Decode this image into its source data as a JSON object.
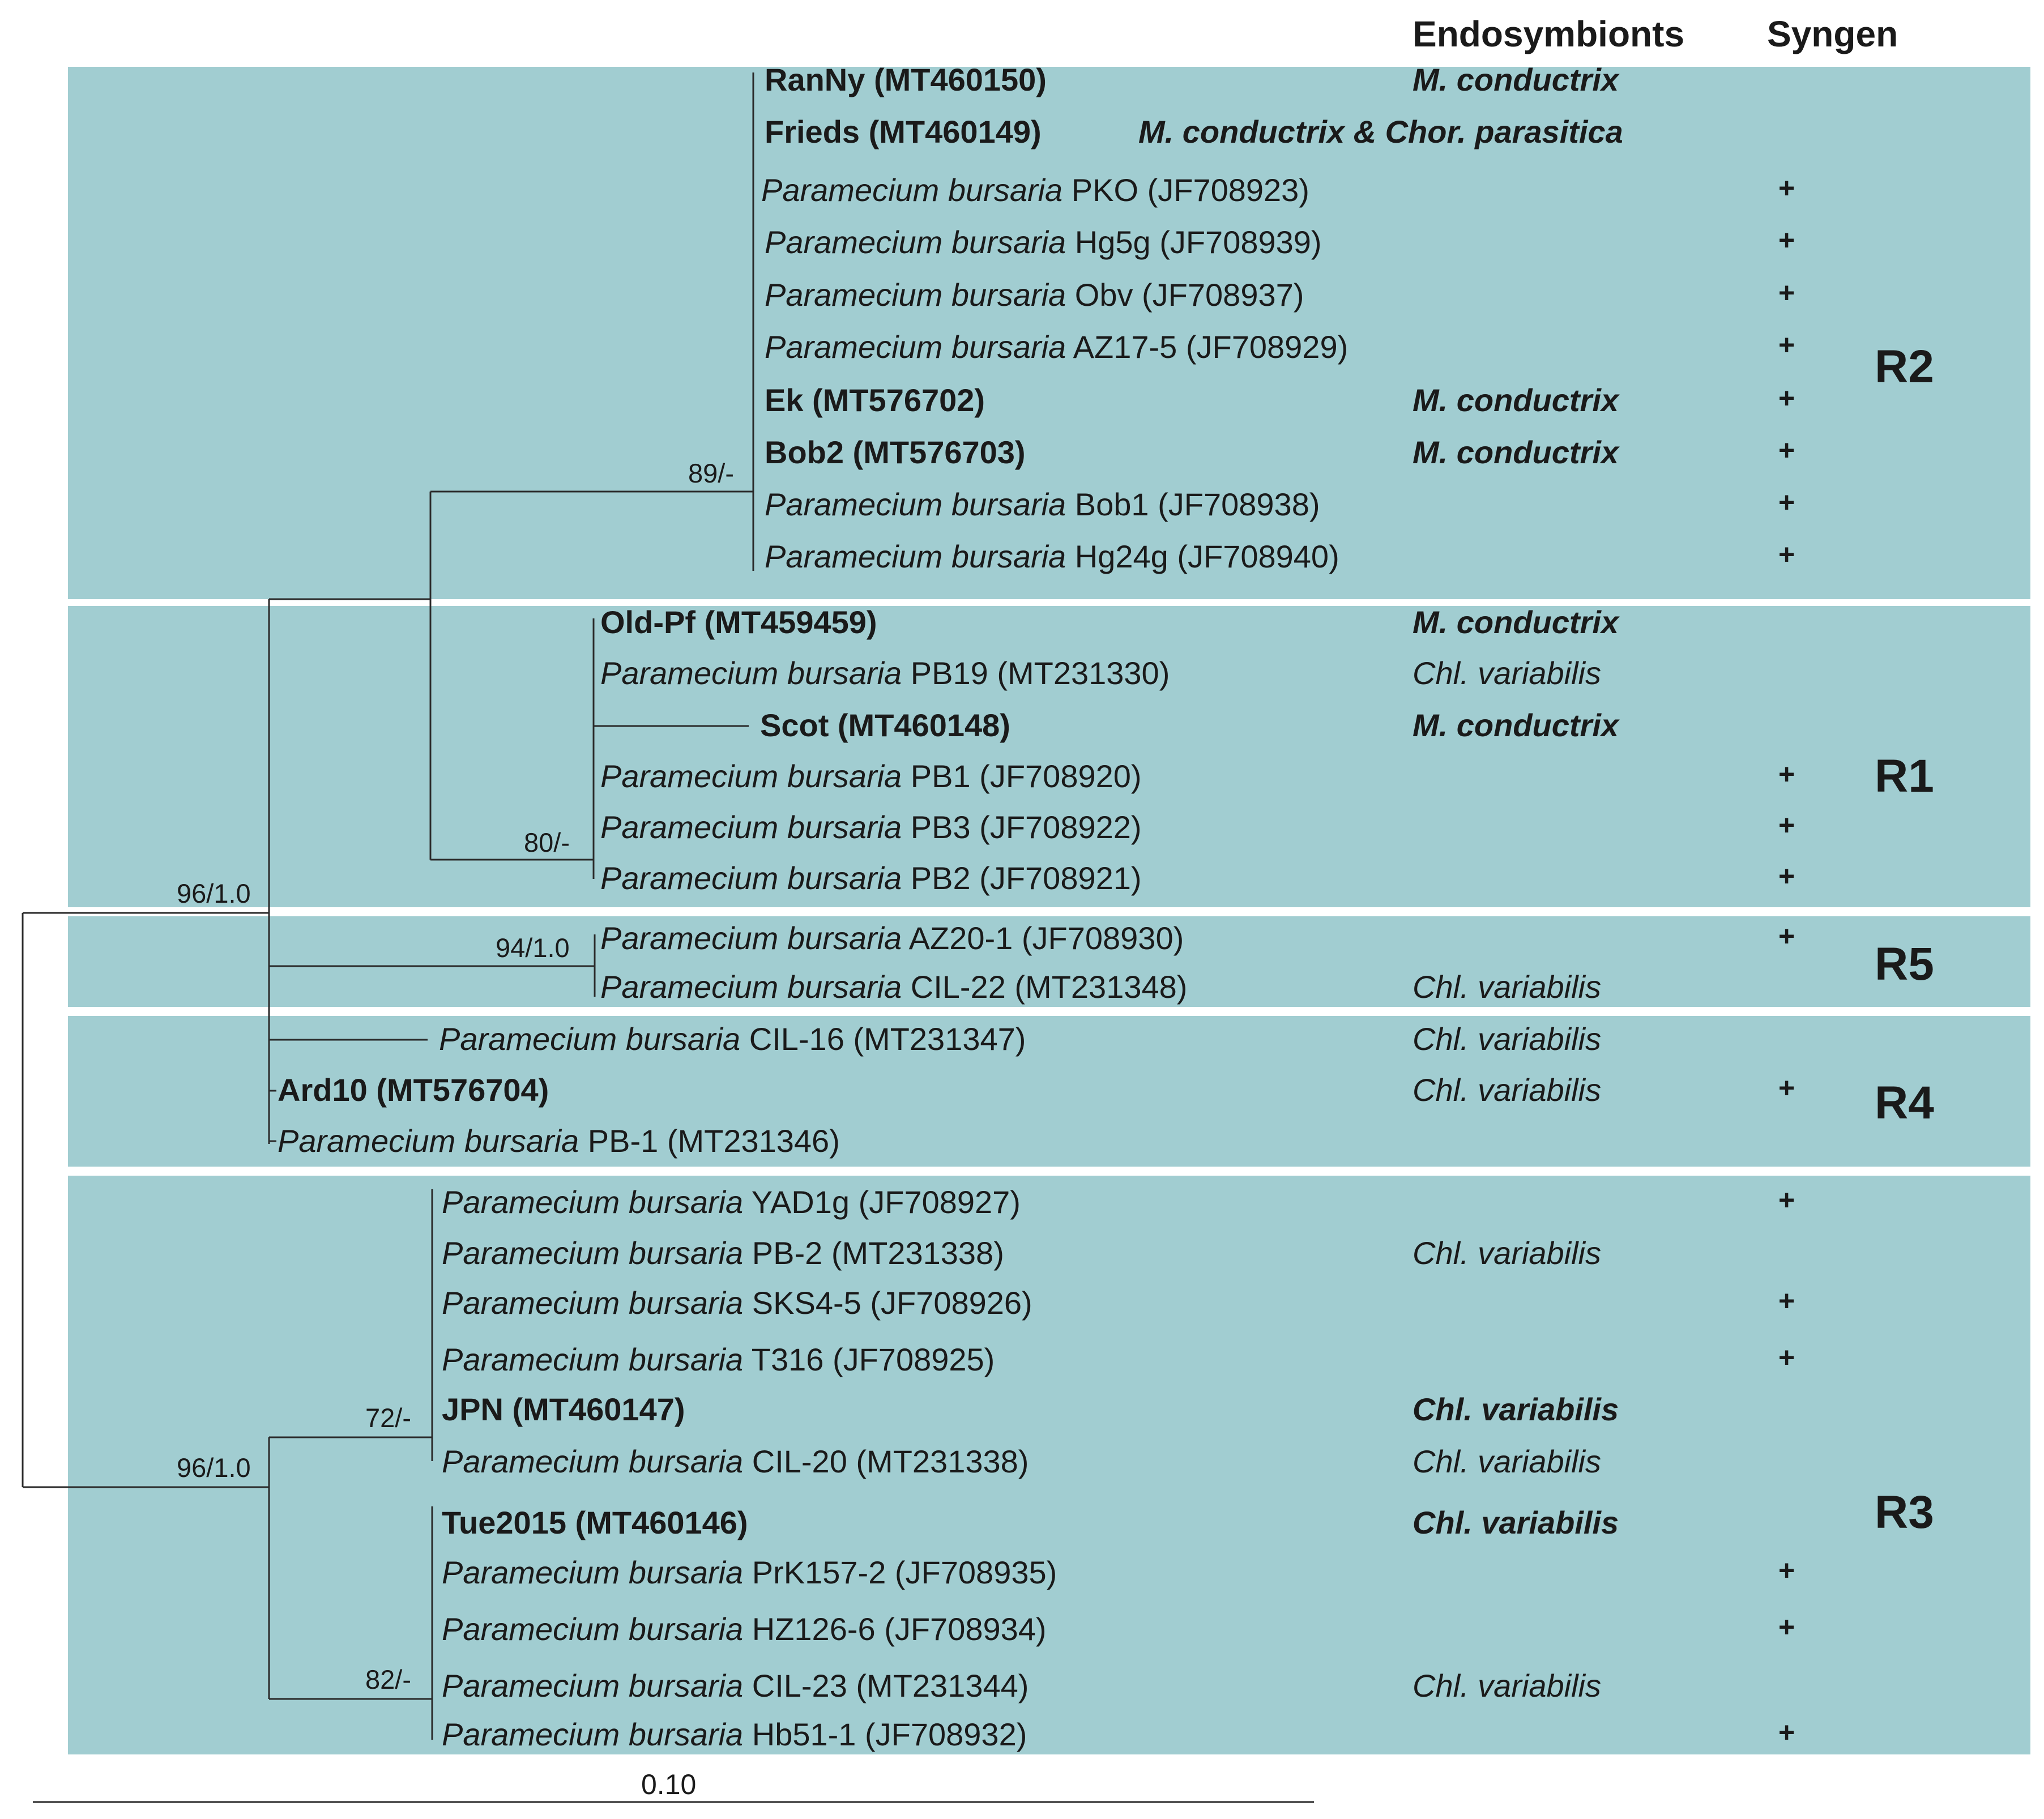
{
  "headers": {
    "endosymbionts": "Endosymbionts",
    "syngen": "Syngen"
  },
  "groups": [
    {
      "id": "r2",
      "label": "R2"
    },
    {
      "id": "r1",
      "label": "R1"
    },
    {
      "id": "r5",
      "label": "R5"
    },
    {
      "id": "r4",
      "label": "R4"
    },
    {
      "id": "r3",
      "label": "R3"
    }
  ],
  "taxa": [
    {
      "id": "ranny",
      "species": "",
      "strain": "RanNy (MT460150)",
      "bold": true,
      "endosymbiont": "M. conductrix",
      "endo_bold": true,
      "syngen": ""
    },
    {
      "id": "frieds",
      "species": "",
      "strain": "Frieds (MT460149)",
      "bold": true,
      "endosymbiont": "M. conductrix & Chor. parasitica",
      "endo_bold": true,
      "syngen": ""
    },
    {
      "id": "pko",
      "species": "Paramecium bursaria",
      "strain": "PKO (JF708923)",
      "bold": false,
      "endosymbiont": "",
      "endo_bold": false,
      "syngen": "+"
    },
    {
      "id": "hg5g",
      "species": "Paramecium bursaria",
      "strain": "Hg5g (JF708939)",
      "bold": false,
      "endosymbiont": "",
      "endo_bold": false,
      "syngen": "+"
    },
    {
      "id": "obv",
      "species": "Paramecium bursaria",
      "strain": "Obv (JF708937)",
      "bold": false,
      "endosymbiont": "",
      "endo_bold": false,
      "syngen": "+"
    },
    {
      "id": "az175",
      "species": "Paramecium bursaria",
      "strain": "AZ17-5 (JF708929)",
      "bold": false,
      "endosymbiont": "",
      "endo_bold": false,
      "syngen": "+"
    },
    {
      "id": "ek",
      "species": "",
      "strain": "Ek (MT576702)",
      "bold": true,
      "endosymbiont": "M. conductrix",
      "endo_bold": true,
      "syngen": "+"
    },
    {
      "id": "bob2",
      "species": "",
      "strain": "Bob2 (MT576703)",
      "bold": true,
      "endosymbiont": "M. conductrix",
      "endo_bold": true,
      "syngen": "+"
    },
    {
      "id": "bob1",
      "species": "Paramecium bursaria",
      "strain": "Bob1 (JF708938)",
      "bold": false,
      "endosymbiont": "",
      "endo_bold": false,
      "syngen": "+"
    },
    {
      "id": "hg24g",
      "species": "Paramecium bursaria",
      "strain": "Hg24g (JF708940)",
      "bold": false,
      "endosymbiont": "",
      "endo_bold": false,
      "syngen": "+"
    },
    {
      "id": "oldpf",
      "species": "",
      "strain": "Old-Pf (MT459459)",
      "bold": true,
      "endosymbiont": "M. conductrix",
      "endo_bold": true,
      "syngen": ""
    },
    {
      "id": "pb19",
      "species": "Paramecium bursaria",
      "strain": "PB19 (MT231330)",
      "bold": false,
      "endosymbiont": "Chl. variabilis",
      "endo_bold": false,
      "syngen": ""
    },
    {
      "id": "scot",
      "species": "",
      "strain": "Scot (MT460148)",
      "bold": true,
      "endosymbiont": "M. conductrix",
      "endo_bold": true,
      "syngen": ""
    },
    {
      "id": "pb1",
      "species": "Paramecium bursaria",
      "strain": "PB1 (JF708920)",
      "bold": false,
      "endosymbiont": "",
      "endo_bold": false,
      "syngen": "+"
    },
    {
      "id": "pb3",
      "species": "Paramecium bursaria",
      "strain": "PB3 (JF708922)",
      "bold": false,
      "endosymbiont": "",
      "endo_bold": false,
      "syngen": "+"
    },
    {
      "id": "pb2",
      "species": "Paramecium bursaria",
      "strain": "PB2 (JF708921)",
      "bold": false,
      "endosymbiont": "",
      "endo_bold": false,
      "syngen": "+"
    },
    {
      "id": "az201",
      "species": "Paramecium bursaria",
      "strain": "AZ20-1 (JF708930)",
      "bold": false,
      "endosymbiont": "",
      "endo_bold": false,
      "syngen": "+"
    },
    {
      "id": "cil22",
      "species": "Paramecium bursaria",
      "strain": "CIL-22 (MT231348)",
      "bold": false,
      "endosymbiont": "Chl. variabilis",
      "endo_bold": false,
      "syngen": ""
    },
    {
      "id": "cil16",
      "species": "Paramecium bursaria",
      "strain": "CIL-16 (MT231347)",
      "bold": false,
      "endosymbiont": "Chl. variabilis",
      "endo_bold": false,
      "syngen": ""
    },
    {
      "id": "ard10",
      "species": "",
      "strain": "Ard10 (MT576704)",
      "bold": true,
      "endosymbiont": "Chl. variabilis",
      "endo_bold": false,
      "syngen": "+"
    },
    {
      "id": "pbdash1",
      "species": "Paramecium bursaria",
      "strain": "PB-1 (MT231346)",
      "bold": false,
      "endosymbiont": "",
      "endo_bold": false,
      "syngen": ""
    },
    {
      "id": "yad1g",
      "species": "Paramecium bursaria",
      "strain": "YAD1g (JF708927)",
      "bold": false,
      "endosymbiont": "",
      "endo_bold": false,
      "syngen": "+"
    },
    {
      "id": "pbdash2",
      "species": "Paramecium bursaria",
      "strain": "PB-2 (MT231338)",
      "bold": false,
      "endosymbiont": "Chl. variabilis",
      "endo_bold": false,
      "syngen": ""
    },
    {
      "id": "sks45",
      "species": "Paramecium bursaria",
      "strain": "SKS4-5 (JF708926)",
      "bold": false,
      "endosymbiont": "",
      "endo_bold": false,
      "syngen": "+"
    },
    {
      "id": "t316",
      "species": "Paramecium bursaria",
      "strain": "T316 (JF708925)",
      "bold": false,
      "endosymbiont": "",
      "endo_bold": false,
      "syngen": "+"
    },
    {
      "id": "jpn",
      "species": "",
      "strain": "JPN (MT460147)",
      "bold": true,
      "endosymbiont": "Chl. variabilis",
      "endo_bold": true,
      "syngen": ""
    },
    {
      "id": "cil20",
      "species": "Paramecium bursaria",
      "strain": "CIL-20 (MT231338)",
      "bold": false,
      "endosymbiont": "Chl. variabilis",
      "endo_bold": false,
      "syngen": ""
    },
    {
      "id": "tue2015",
      "species": "",
      "strain": "Tue2015 (MT460146)",
      "bold": true,
      "endosymbiont": "Chl. variabilis",
      "endo_bold": true,
      "syngen": ""
    },
    {
      "id": "prk157",
      "species": "Paramecium bursaria",
      "strain": " PrK157-2 (JF708935)",
      "bold": false,
      "endosymbiont": "",
      "endo_bold": false,
      "syngen": "+"
    },
    {
      "id": "hz126",
      "species": "Paramecium bursaria",
      "strain": "HZ126-6 (JF708934)",
      "bold": false,
      "endosymbiont": "",
      "endo_bold": false,
      "syngen": "+"
    },
    {
      "id": "cil23",
      "species": "Paramecium bursaria",
      "strain": "CIL-23 (MT231344)",
      "bold": false,
      "endosymbiont": "Chl. variabilis",
      "endo_bold": false,
      "syngen": ""
    },
    {
      "id": "hb511",
      "species": "Paramecium bursaria",
      "strain": "Hb51-1 (JF708932)",
      "bold": false,
      "endosymbiont": "",
      "endo_bold": false,
      "syngen": "+"
    }
  ],
  "support_values": [
    {
      "id": "r2clade",
      "text": "89/-"
    },
    {
      "id": "r1clade",
      "text": "80/-"
    },
    {
      "id": "r5clade",
      "text": "94/1.0"
    },
    {
      "id": "upper",
      "text": "96/1.0"
    },
    {
      "id": "lower",
      "text": "96/1.0"
    },
    {
      "id": "jpnclade",
      "text": "72/-"
    },
    {
      "id": "tueclade",
      "text": "82/-"
    }
  ],
  "scale_bar": {
    "label": "0.10"
  }
}
